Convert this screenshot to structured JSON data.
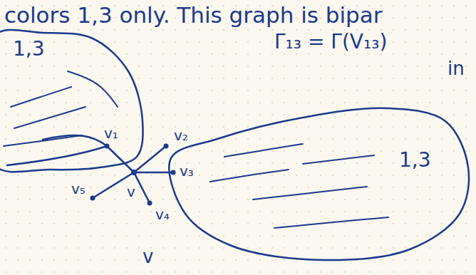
{
  "diagram": {
    "nodes": [
      {
        "text": [
          "1,3"
        ]
      },
      {
        "text": [
          "1,3"
        ]
      }
    ],
    "labels": [
      "colors 1,3 only. This graph is bipar",
      "Γ₁₃ = Γ(V₁₃)",
      "in",
      "v₁",
      "v₂",
      "v₃",
      "v₄",
      "v₅",
      "v",
      "v"
    ]
  }
}
